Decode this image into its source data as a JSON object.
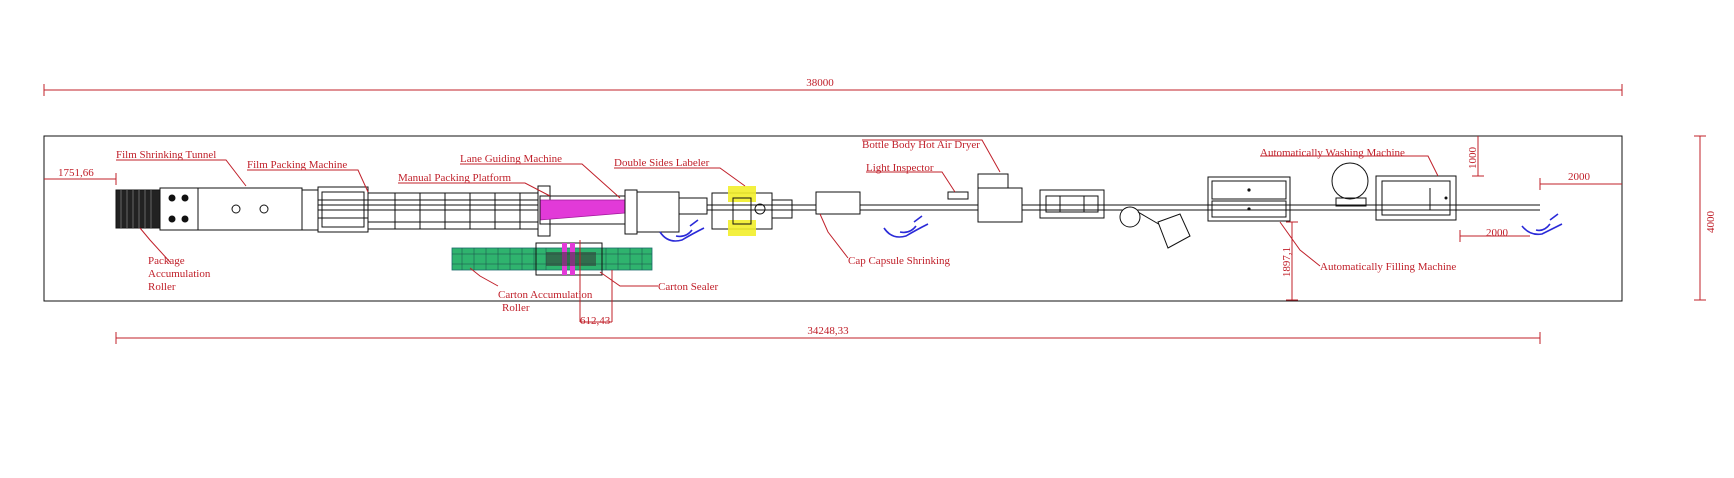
{
  "labels": {
    "film_shrinking_tunnel": "Film Shrinking Tunnel",
    "film_packing_machine": "Film Packing Machine",
    "manual_packing_platform": "Manual Packing Platform",
    "lane_guiding_machine": "Lane Guiding Machine",
    "double_sides_labeler": "Double Sides Labeler",
    "bottle_body_hot_air_dryer": "Bottle Body Hot Air Dryer",
    "light_inspector": "Light Inspector",
    "automatically_washing_machine": "Automatically Washing Machine",
    "package_accumulation_roller_1": "Package",
    "package_accumulation_roller_2": "Accumulation",
    "package_accumulation_roller_3": "Roller",
    "carton_accumulation_roller_1": "Carton Accumulation",
    "carton_accumulation_roller_2": "Roller",
    "carton_sealer": "Carton Sealer",
    "cap_capsule_shrinking": "Cap Capsule Shrinking",
    "automatically_filling_machine": "Automatically Filling Machine"
  },
  "dimensions": {
    "total_length": "38000",
    "total_width": "4000",
    "left_offset": "1751,66",
    "line_length": "34248,33",
    "carton_offset": "612,43",
    "filler_offset": "1897,1",
    "washer_top": "1000",
    "right_clearance": "2000",
    "operator_clearance": "2000"
  },
  "colors": {
    "annotation": "#c0202a",
    "outline": "#111111",
    "operator": "#2a2ad8",
    "conveyor_magenta": "#e23ad8",
    "labeler_yellow": "#f2ee2a",
    "carton_green": "#2fb36e"
  }
}
